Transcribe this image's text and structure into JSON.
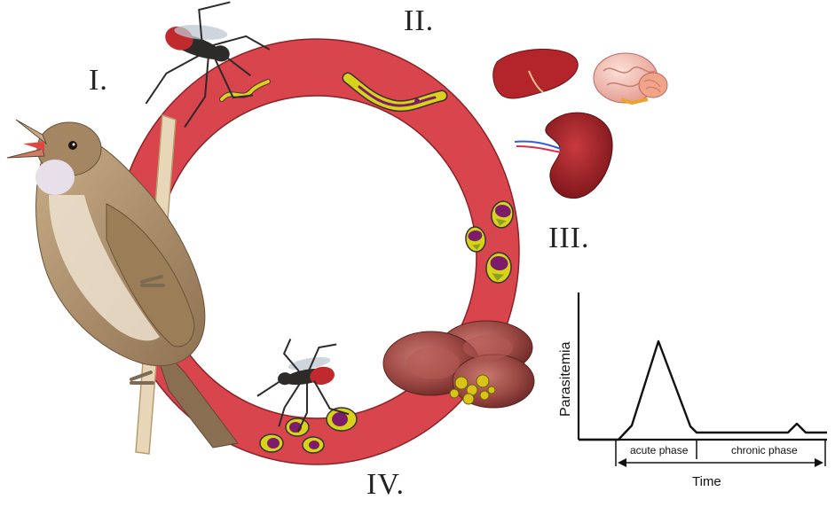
{
  "stages": {
    "one": "I.",
    "two": "II.",
    "three": "III.",
    "four": "IV."
  },
  "chart_data": {
    "type": "line",
    "ylabel": "Parasitemia",
    "xlabel": "Time",
    "phases": [
      "acute phase",
      "chronic phase"
    ],
    "shape": "single sharp acute peak followed by low chronic level with a small relapse bump",
    "axis_ticks": "none"
  },
  "colors": {
    "cycle_ring": "#d9454d",
    "ring_outline": "#8c2226",
    "organ_red": "#b3242b",
    "parasite_yellow": "#d8d21b",
    "parasite_purple": "#7d1c6b"
  },
  "icons": {
    "host": "reed-warbler-bird",
    "vector": "mosquito",
    "organs": [
      "liver",
      "brain",
      "spleen"
    ],
    "blood_cells": "red-blood-cells"
  }
}
